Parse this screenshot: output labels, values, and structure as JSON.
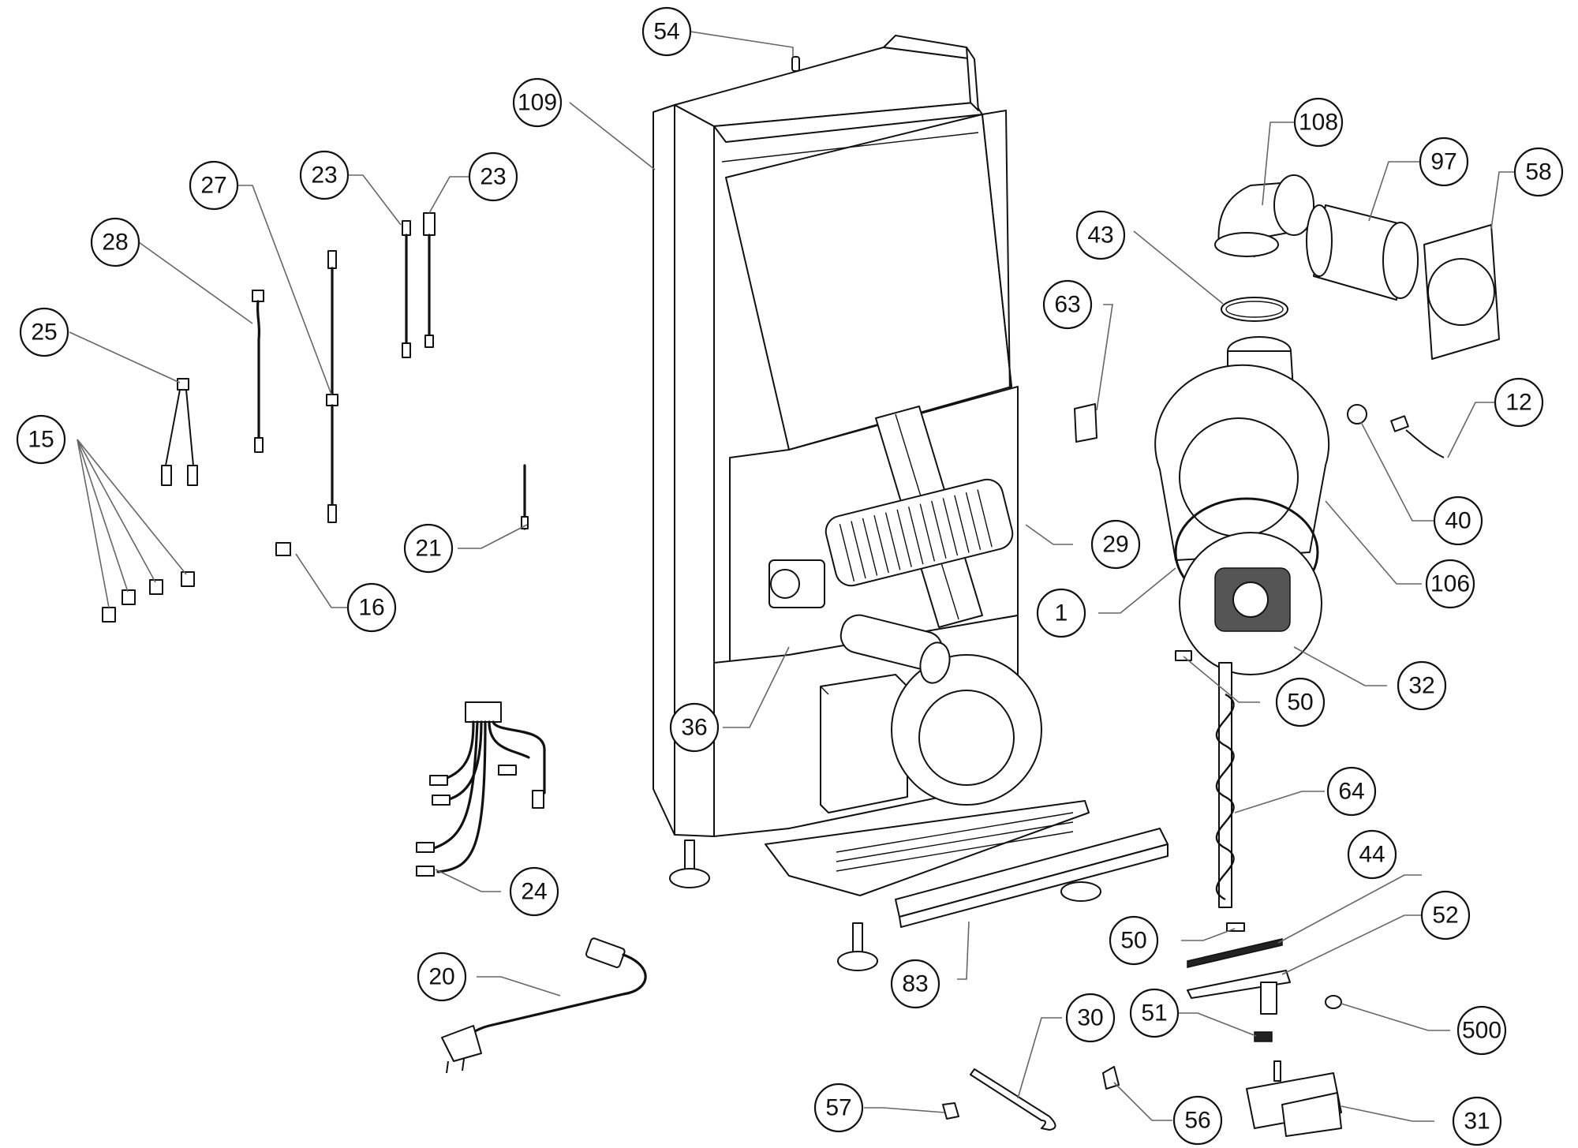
{
  "callouts": [
    {
      "id": "c54",
      "label": "54"
    },
    {
      "id": "c109",
      "label": "109"
    },
    {
      "id": "c108",
      "label": "108"
    },
    {
      "id": "c97",
      "label": "97"
    },
    {
      "id": "c58",
      "label": "58"
    },
    {
      "id": "c23a",
      "label": "23"
    },
    {
      "id": "c23b",
      "label": "23"
    },
    {
      "id": "c27",
      "label": "27"
    },
    {
      "id": "c28",
      "label": "28"
    },
    {
      "id": "c25",
      "label": "25"
    },
    {
      "id": "c15",
      "label": "15"
    },
    {
      "id": "c43",
      "label": "43"
    },
    {
      "id": "c63",
      "label": "63"
    },
    {
      "id": "c12",
      "label": "12"
    },
    {
      "id": "c40",
      "label": "40"
    },
    {
      "id": "c106",
      "label": "106"
    },
    {
      "id": "c21",
      "label": "21"
    },
    {
      "id": "c16",
      "label": "16"
    },
    {
      "id": "c29",
      "label": "29"
    },
    {
      "id": "c1",
      "label": "1"
    },
    {
      "id": "c32",
      "label": "32"
    },
    {
      "id": "c50a",
      "label": "50"
    },
    {
      "id": "c36",
      "label": "36"
    },
    {
      "id": "c64",
      "label": "64"
    },
    {
      "id": "c24",
      "label": "24"
    },
    {
      "id": "c44",
      "label": "44"
    },
    {
      "id": "c52",
      "label": "52"
    },
    {
      "id": "c50b",
      "label": "50"
    },
    {
      "id": "c20",
      "label": "20"
    },
    {
      "id": "c83",
      "label": "83"
    },
    {
      "id": "c30",
      "label": "30"
    },
    {
      "id": "c51",
      "label": "51"
    },
    {
      "id": "c500",
      "label": "500"
    },
    {
      "id": "c57",
      "label": "57"
    },
    {
      "id": "c56",
      "label": "56"
    },
    {
      "id": "c31",
      "label": "31"
    }
  ]
}
